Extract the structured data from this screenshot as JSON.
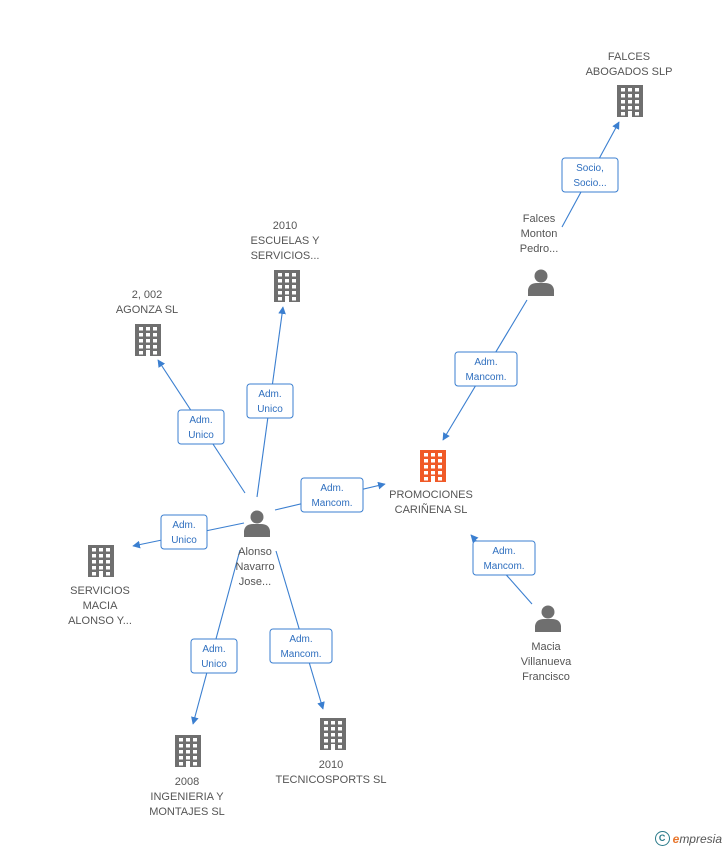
{
  "colors": {
    "edge": "#3b7fd0",
    "edge_text": "#2f6fbf",
    "node_gray": "#6f6f6f",
    "node_focus": "#f05a28",
    "label": "#555555"
  },
  "nodes": [
    {
      "id": "promociones",
      "kind": "company",
      "focus": true,
      "label": [
        "PROMOCIONES",
        "CARIÑENA SL"
      ]
    },
    {
      "id": "falces_abogados",
      "kind": "company",
      "label": [
        "FALCES",
        "ABOGADOS  SLP"
      ]
    },
    {
      "id": "falces_monton",
      "kind": "person",
      "label": [
        "Falces",
        "Monton",
        "Pedro..."
      ]
    },
    {
      "id": "macia",
      "kind": "person",
      "label": [
        "Macia",
        "Villanueva",
        "Francisco"
      ]
    },
    {
      "id": "alonso",
      "kind": "person",
      "label": [
        "Alonso",
        "Navarro",
        "Jose..."
      ]
    },
    {
      "id": "escuelas",
      "kind": "company",
      "label": [
        "2010",
        "ESCUELAS Y",
        "SERVICIOS..."
      ]
    },
    {
      "id": "agonza",
      "kind": "company",
      "label": [
        "2, 002",
        "AGONZA SL"
      ]
    },
    {
      "id": "servicios_macia",
      "kind": "company",
      "label": [
        "SERVICIOS",
        "MACIA",
        "ALONSO Y..."
      ]
    },
    {
      "id": "ingenieria",
      "kind": "company",
      "label": [
        "2008",
        "INGENIERIA Y",
        "MONTAJES SL"
      ]
    },
    {
      "id": "tecnicosports",
      "kind": "company",
      "label": [
        "2010",
        "TECNICOSPORTS SL"
      ]
    }
  ],
  "edges": [
    {
      "from": "falces_monton",
      "to": "falces_abogados",
      "label": [
        "Socio,",
        "Socio..."
      ]
    },
    {
      "from": "falces_monton",
      "to": "promociones",
      "label": [
        "Adm.",
        "Mancom."
      ]
    },
    {
      "from": "macia",
      "to": "promociones",
      "label": [
        "Adm.",
        "Mancom."
      ]
    },
    {
      "from": "alonso",
      "to": "promociones",
      "label": [
        "Adm.",
        "Mancom."
      ]
    },
    {
      "from": "alonso",
      "to": "escuelas",
      "label": [
        "Adm.",
        "Unico"
      ]
    },
    {
      "from": "alonso",
      "to": "agonza",
      "label": [
        "Adm.",
        "Unico"
      ]
    },
    {
      "from": "alonso",
      "to": "servicios_macia",
      "label": [
        "Adm.",
        "Unico"
      ]
    },
    {
      "from": "alonso",
      "to": "ingenieria",
      "label": [
        "Adm.",
        "Unico"
      ]
    },
    {
      "from": "alonso",
      "to": "tecnicosports",
      "label": [
        "Adm.",
        "Mancom."
      ]
    }
  ],
  "footer": {
    "copyright_symbol": "C",
    "brand_first": "e",
    "brand_rest": "mpresia"
  }
}
